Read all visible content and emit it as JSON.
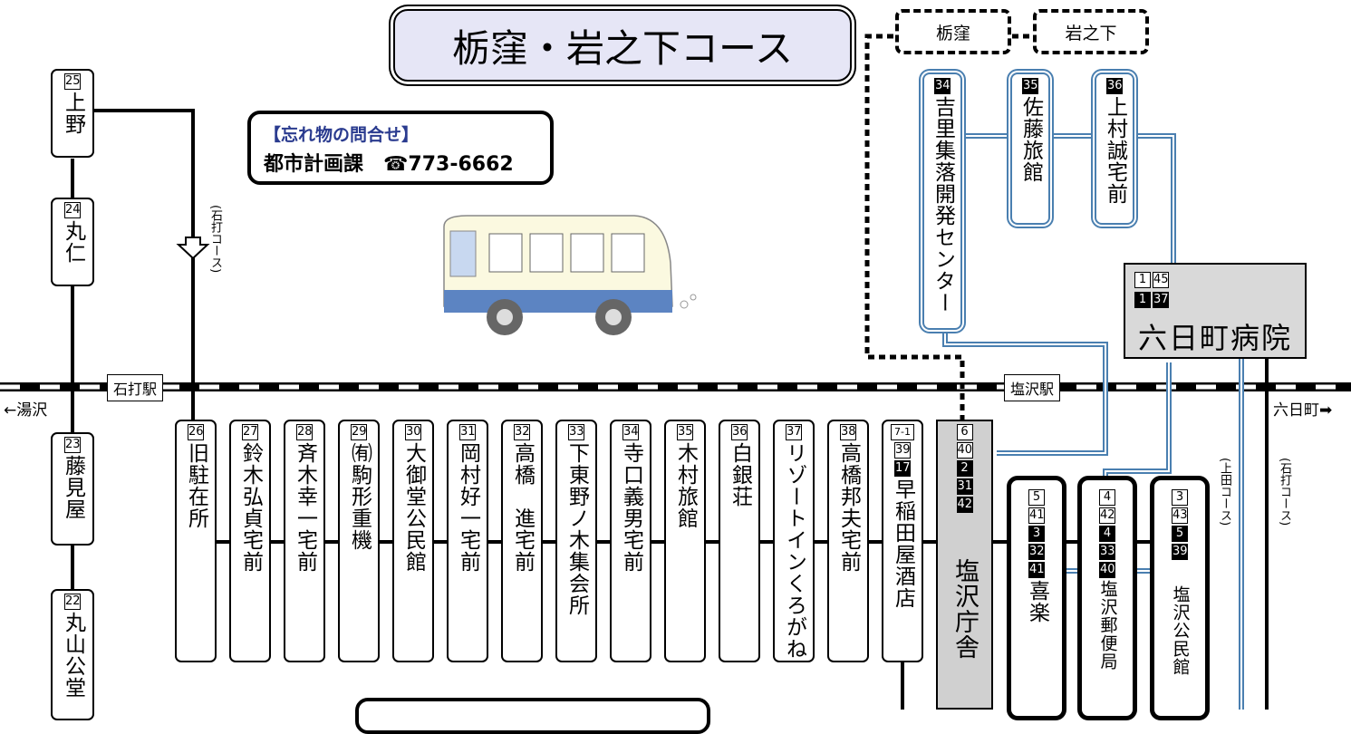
{
  "title": "栃窪・岩之下コース",
  "info": {
    "label": "【忘れ物の問合せ】",
    "dept": "都市計画課",
    "tel": "☎773-6662"
  },
  "stations": {
    "ishiuchi": "石打駅",
    "shiozawa": "塩沢駅"
  },
  "directions": {
    "yuzawa": "←湯沢",
    "muikamachi": "六日町➡"
  },
  "course_notes": {
    "ishiuchi_course": "(石打コース)",
    "ueda_course": "(上田コース)",
    "ishiuchi_course2": "(石打コース)"
  },
  "left_stops": [
    {
      "num": "25",
      "name": "上野"
    },
    {
      "num": "24",
      "name": "丸仁"
    },
    {
      "num": "23",
      "name": "藤見屋"
    },
    {
      "num": "22",
      "name": "丸山公堂"
    }
  ],
  "row_stops": [
    {
      "num": "26",
      "name": "旧駐在所"
    },
    {
      "num": "27",
      "name": "鈴木弘貞宅前"
    },
    {
      "num": "28",
      "name": "斉木幸一宅前"
    },
    {
      "num": "29",
      "name": "㈲駒形重機"
    },
    {
      "num": "30",
      "name": "大御堂公民館"
    },
    {
      "num": "31",
      "name": "岡村好一宅前"
    },
    {
      "num": "32",
      "name": "高橋　進宅前"
    },
    {
      "num": "33",
      "name": "下東野ノ木集会所"
    },
    {
      "num": "34",
      "name": "寺口義男宅前"
    },
    {
      "num": "35",
      "name": "木村旅館"
    },
    {
      "num": "36",
      "name": "白銀荘"
    },
    {
      "num": "37",
      "name": "リゾートインくろがね"
    },
    {
      "num": "38",
      "name": "高橋邦夫宅前"
    }
  ],
  "waseda": {
    "nums": [
      "7-1",
      "39"
    ],
    "inv": [
      "17"
    ],
    "name": "早稲田屋酒店"
  },
  "chosha": {
    "nums": [
      "6",
      "40"
    ],
    "inv": [
      "2",
      "31",
      "42"
    ],
    "name": "塩沢庁舎"
  },
  "kiraku": {
    "nums": [
      "5",
      "41"
    ],
    "inv": [
      "3",
      "32",
      "41"
    ],
    "name": "喜楽"
  },
  "post": {
    "nums": [
      "4",
      "42"
    ],
    "inv": [
      "4",
      "33",
      "40"
    ],
    "name": "塩沢郵便局"
  },
  "kominkan": {
    "nums": [
      "3",
      "43"
    ],
    "inv": [
      "5",
      "39"
    ],
    "name": "塩沢公民館"
  },
  "top_dest": [
    {
      "name": "栃窪"
    },
    {
      "name": "岩之下"
    }
  ],
  "upper_stops": [
    {
      "num": "34",
      "name": "吉里集落開発センター"
    },
    {
      "num": "35",
      "name": "佐藤旅館"
    },
    {
      "num": "36",
      "name": "上村誠宅前"
    }
  ],
  "hospital": {
    "nums": [
      "1",
      "45"
    ],
    "inv": [
      "1",
      "37"
    ],
    "name": "六日町病院"
  },
  "colors": {
    "title_bg": "#e6e6f6",
    "blue_line": "#4a7fb0",
    "hospital_bg": "#d9d9d9",
    "chosha_bg": "#d0d0d0",
    "cross": "#1e78c8",
    "info_label": "#2a3b8f"
  }
}
